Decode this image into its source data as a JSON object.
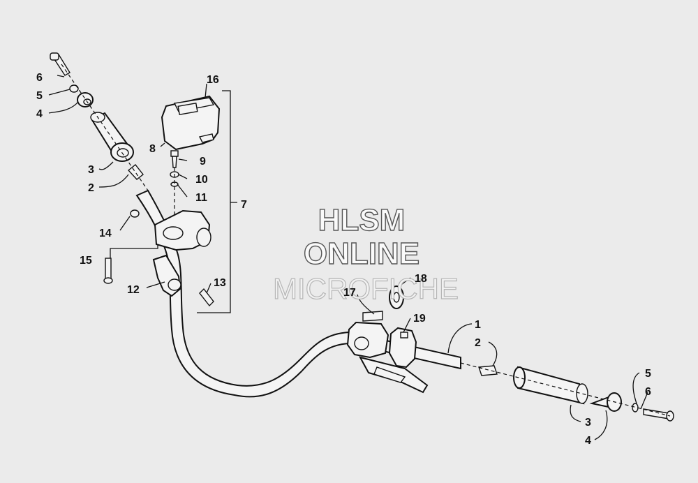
{
  "watermark": {
    "line1": "HLSM",
    "line2": "ONLINE",
    "line3": "MICROFICHE"
  },
  "callouts": [
    {
      "id": "c6-left",
      "text": "6"
    },
    {
      "id": "c5-left",
      "text": "5"
    },
    {
      "id": "c4-left",
      "text": "4"
    },
    {
      "id": "c16",
      "text": "16"
    },
    {
      "id": "c8",
      "text": "8"
    },
    {
      "id": "c9",
      "text": "9"
    },
    {
      "id": "c3-left",
      "text": "3"
    },
    {
      "id": "c10",
      "text": "10"
    },
    {
      "id": "c2-left",
      "text": "2"
    },
    {
      "id": "c11",
      "text": "11"
    },
    {
      "id": "c7",
      "text": "7"
    },
    {
      "id": "c14",
      "text": "14"
    },
    {
      "id": "c15",
      "text": "15"
    },
    {
      "id": "c12",
      "text": "12"
    },
    {
      "id": "c13",
      "text": "13"
    },
    {
      "id": "c17",
      "text": "17"
    },
    {
      "id": "c18",
      "text": "18"
    },
    {
      "id": "c19",
      "text": "19"
    },
    {
      "id": "c1",
      "text": "1"
    },
    {
      "id": "c2-right",
      "text": "2"
    },
    {
      "id": "c5-right",
      "text": "5"
    },
    {
      "id": "c6-right",
      "text": "6"
    },
    {
      "id": "c3-right",
      "text": "3"
    },
    {
      "id": "c4-right",
      "text": "4"
    }
  ]
}
